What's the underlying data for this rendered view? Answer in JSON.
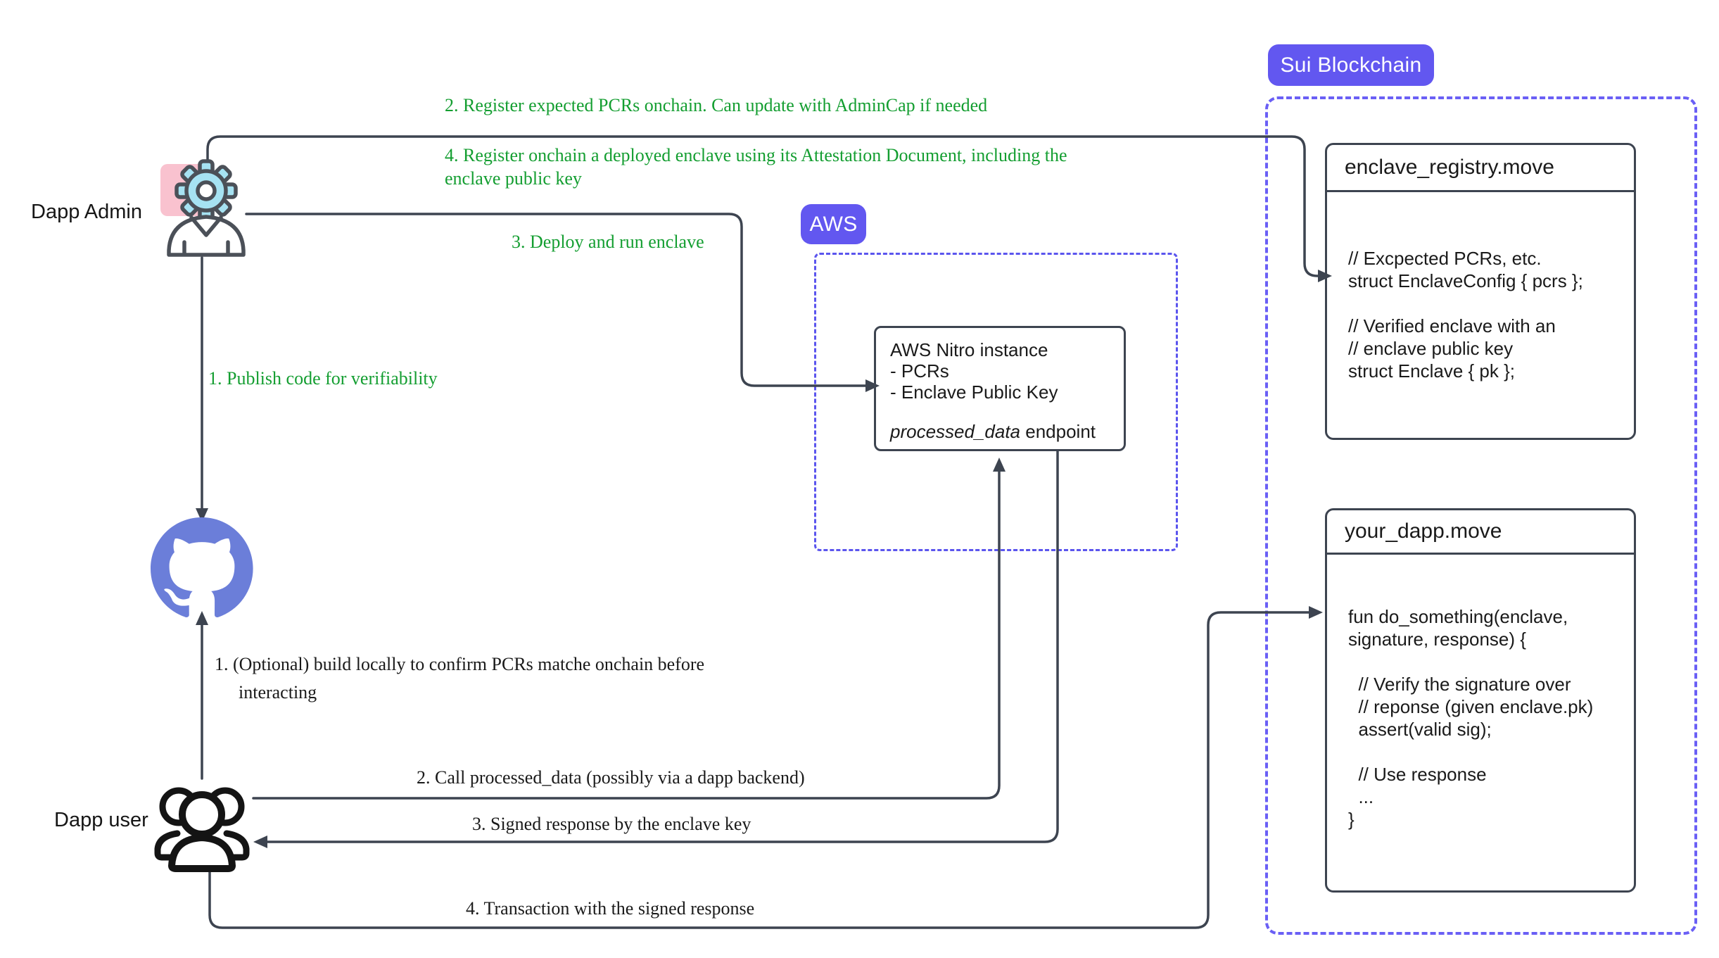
{
  "colors": {
    "line": "#3d4450",
    "green_annotation": "#149e31",
    "badge_indigo": "#6257f0",
    "aws_dash": "#5b55ee",
    "sui_dash": "#6a5ff5",
    "github_purple": "#6b7ed9",
    "admin_pink": "#f9c2cf",
    "gear_cyan": "#a6e2f2"
  },
  "actors": {
    "admin_label": "Dapp Admin",
    "user_label": "Dapp user"
  },
  "badges": {
    "sui": "Sui Blockchain",
    "aws": "AWS"
  },
  "annotations": {
    "register_pcrs": "2. Register expected PCRs onchain. Can update with AdminCap if needed",
    "register_enclave": "4. Register onchain a deployed enclave using its Attestation Document, including the enclave public key",
    "deploy": "3. Deploy and run enclave",
    "publish": "1. Publish code for verifiability",
    "build_locally": "1. (Optional) build locally to confirm PCRs matche onchain before interacting",
    "call_endpoint": "2. Call processed_data (possibly via a dapp backend)",
    "signed_response": "3. Signed response by the enclave key",
    "transaction": "4. Transaction with the signed response"
  },
  "nitro_box": {
    "title": "AWS Nitro instance",
    "items": [
      "- PCRs",
      "- Enclave Public Key"
    ],
    "endpoint_italic": "processed_data",
    "endpoint_rest": " endpoint"
  },
  "enclave_registry": {
    "title": "enclave_registry.move",
    "lines": [
      "// Excpected PCRs, etc.",
      "struct EnclaveConfig { pcrs };",
      "",
      "// Verified enclave with an",
      "// enclave public key",
      "struct Enclave { pk };"
    ]
  },
  "your_dapp": {
    "title": "your_dapp.move",
    "lines": [
      "fun do_something(enclave,",
      "signature, response) {",
      "",
      "  // Verify the signature over",
      "  // reponse (given enclave.pk)",
      "  assert(valid sig);",
      "",
      "  // Use response",
      "  ...",
      "}"
    ]
  }
}
